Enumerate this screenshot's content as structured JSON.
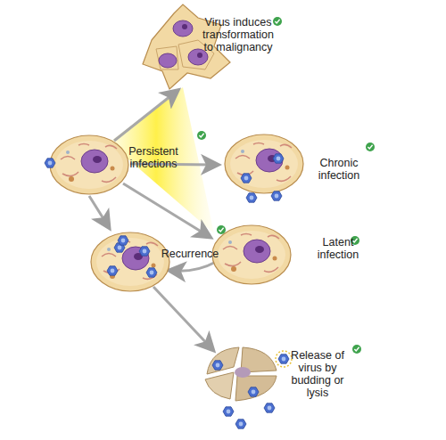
{
  "diagram": {
    "nodes": [
      {
        "text": [
          "Virus induces transformation to malignancy"
        ]
      },
      {
        "text": [
          "Chronic infection"
        ]
      },
      {
        "text": [
          "Latent infection"
        ]
      },
      {
        "text": [
          "Release of virus by budding or lysis"
        ]
      }
    ],
    "labels": [
      "Persistent infections",
      "Recurrence"
    ]
  }
}
